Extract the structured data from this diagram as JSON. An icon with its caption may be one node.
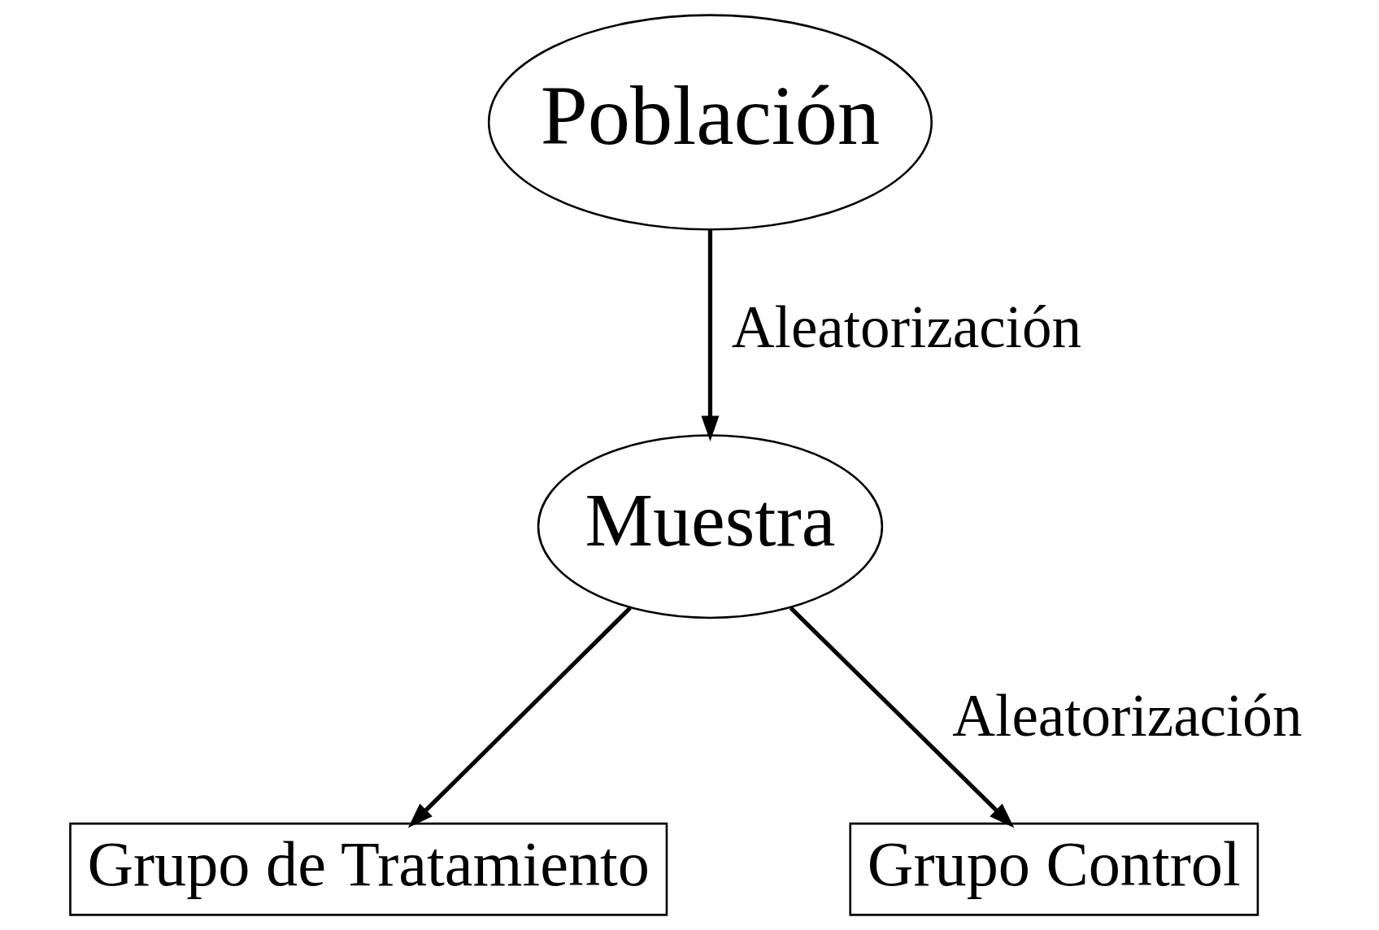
{
  "diagram": {
    "nodes": [
      {
        "text": [
          "Población"
        ]
      },
      {
        "text": [
          "Muestra"
        ]
      },
      {
        "text": [
          "Grupo de Tratamiento"
        ]
      },
      {
        "text": [
          "Grupo Control"
        ]
      }
    ],
    "edges": [
      {
        "from": 0,
        "to": 1,
        "arrow": "to",
        "label": "Aleatorización"
      },
      {
        "from": 1,
        "to": 2,
        "arrow": "to"
      },
      {
        "from": 1,
        "to": 3,
        "arrow": "to",
        "label": "Aleatorización"
      }
    ]
  }
}
